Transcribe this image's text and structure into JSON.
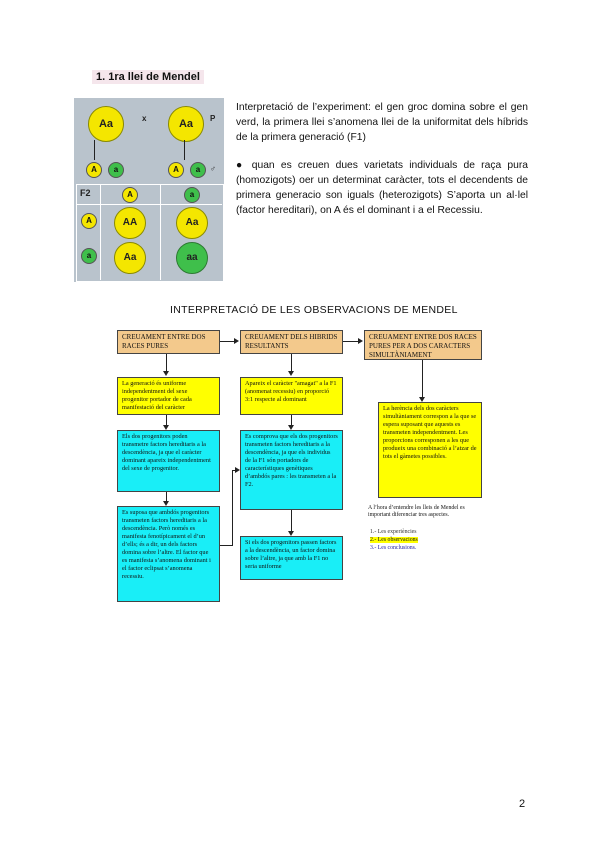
{
  "heading": "1.   1ra llei de Mendel",
  "punnett": {
    "p_label": "P",
    "cross": "x",
    "parent1": "Aa",
    "parent2": "Aa",
    "gametes": [
      "A",
      "a",
      "A",
      "a"
    ],
    "f2_label": "F2",
    "col_headers": [
      "A",
      "a"
    ],
    "row_headers": [
      "A",
      "a"
    ],
    "cells": [
      "AA",
      "Aa",
      "Aa",
      "aa"
    ]
  },
  "para1": "Interpretació de l’experiment: el gen groc domina sobre el gen verd, la primera llei s’anomena llei de la uniformitat dels híbrids de la primera generació (F1)",
  "para2": "●   quan es creuen dues varietats individuals de raça pura (homozigots) oer un determinat caràcter, tots el decendents de primera generacio son iguals (heterozigots) S’aporta un al·lel (factor hereditari), on A és el dominant i a el Recessiu.",
  "diagram": {
    "title": "INTERPRETACIÓ DE LES OBSERVACIONS DE MENDEL",
    "h1": "CREUAMENT ENTRE DOS RACES PURES",
    "h2": "CREUAMENT DELS HIBRIDS RESULTANTS",
    "h3": "CREUAMENT ENTRE DOS RACES PURES PER A DOS CARACTERS SIMULTÀNIAMENT",
    "b1": "La generació és uniforme independentment del sexe progenitor portador de cada manifestació del caràcter",
    "b2": "Els dos progenitors poden transmetre factors hereditaris a la descendència, ja que el caràcter dominant apareix independentment del sexe de progenitor.",
    "b3": "Es suposa que ambdós progenitors transmeten factors hereditaris a la descendència. Però només es manifesta fenotípicament el d’un d’ells; és a dir, un dels factors domina sobre l’altre. El factor que es manifesta s’anomena dominant i el factor eclipsat s’anomena recessiu.",
    "b4": "Apareix el caràcter \"amagat\" a la F1 (anomenat recessiu) en proporció 3:1 respecte al dominant",
    "b5": "Es comprova que els dos progenitors transmeten factors hereditaris a la descendència, ja que els individus de la F1 són portadors de característiques genètiques d’ambdós pares : les transmeten a la F2.",
    "b6": "Si els dos progenitors passen factors a la descendència, un factor domina sobre l’altre, ja que amb la F1 no seria uniforme",
    "b7": "La herència dels dos caràcters simultàniament correspon a la que se espera suposant que aquests es transmeten independentment. Les proporcions corresponen a les que produeix una combinació a l’atzar de tots el gàmetes possibles.",
    "note_intro": "A l’hora d’entendre les lleis de Mendel es important diferenciar tres aspectes.",
    "note_items": [
      "1.- Les experiències",
      "2.- Les observacions",
      "3.- Les conclusions."
    ]
  },
  "page_number": "2"
}
